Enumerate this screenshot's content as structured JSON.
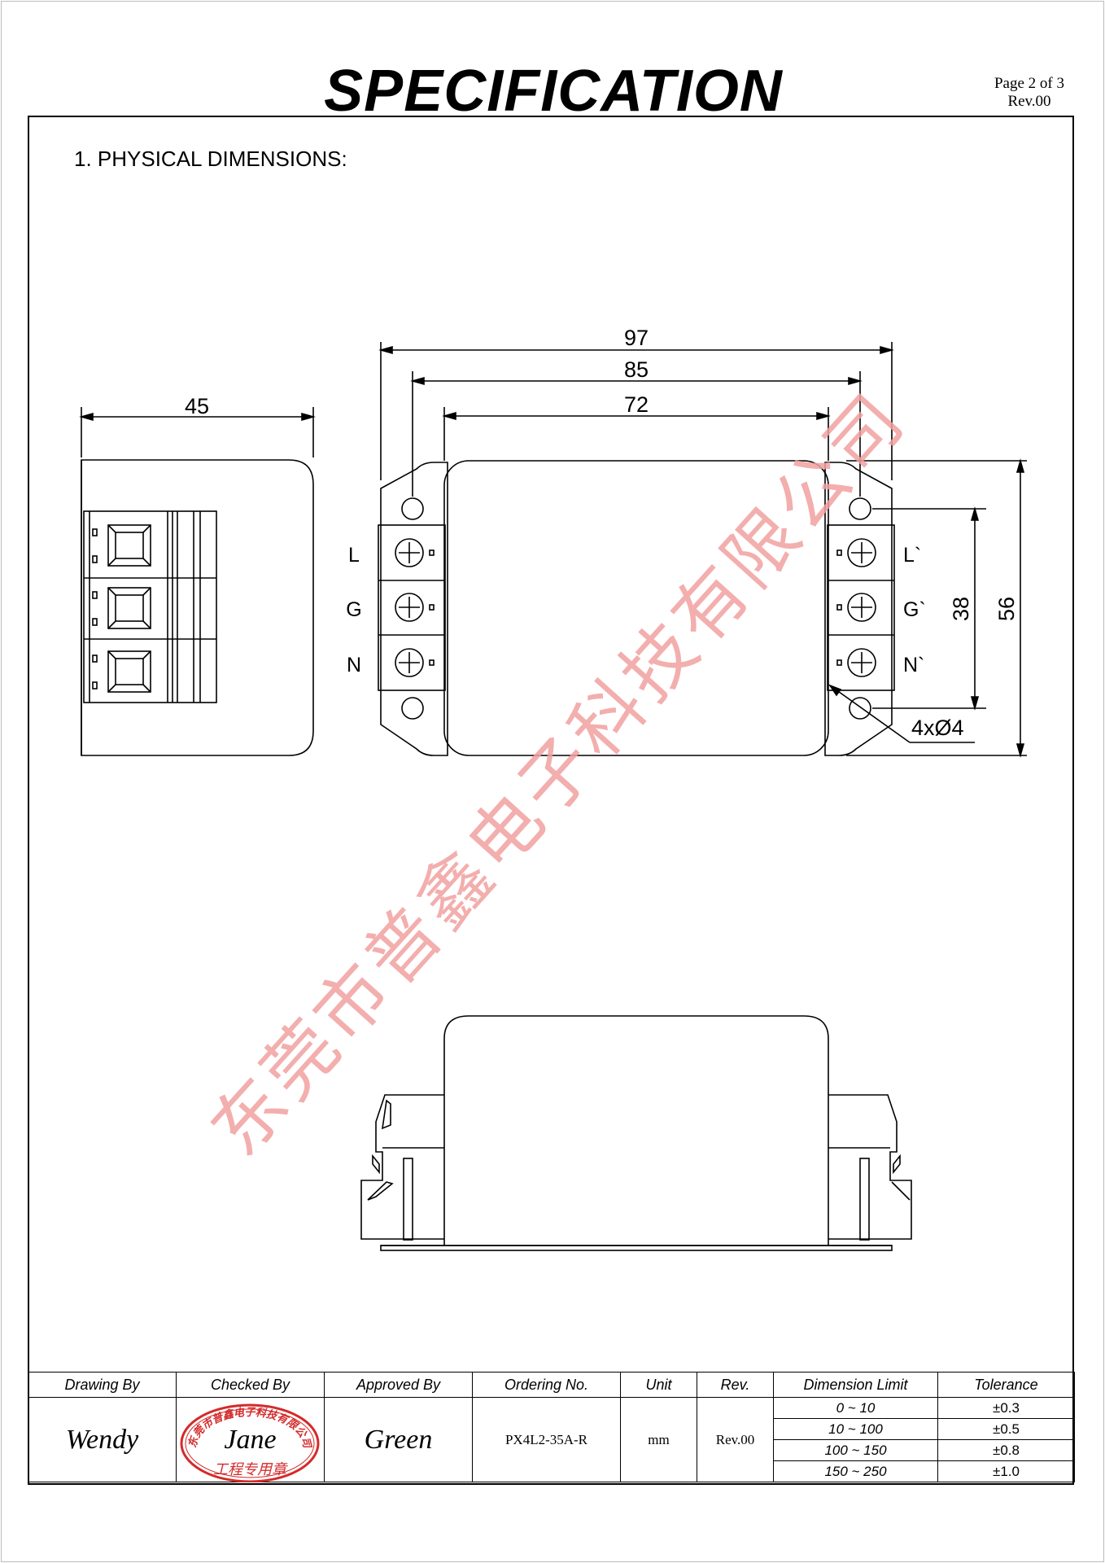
{
  "header": {
    "title": "SPECIFICATION",
    "page_label": "Page 2 of  3",
    "revision": "Rev.00"
  },
  "section": {
    "title": "1. PHYSICAL DIMENSIONS:"
  },
  "dimensions": {
    "side_width": "45",
    "overall_length": "97",
    "mount_pitch": "85",
    "body_length": "72",
    "terminal_pitch": "38",
    "height": "56",
    "mount_holes": "4xØ4"
  },
  "terminals": {
    "left": [
      "L",
      "G",
      "N"
    ],
    "right": [
      "L`",
      "G`",
      "N`"
    ]
  },
  "watermark": {
    "text": "东莞市普鑫电子科技有限公司"
  },
  "title_block": {
    "headers": [
      "Drawing By",
      "Checked By",
      "Approved By",
      "Ordering No.",
      "Unit",
      "Rev.",
      "Dimension Limit",
      "Tolerance"
    ],
    "drawing_by": "Wendy",
    "checked_by": "Jane",
    "approved_by": "Green",
    "ordering_no": "PX4L2-35A-R",
    "unit": "mm",
    "rev": "Rev.00",
    "limits": [
      {
        "range": "0 ~ 10",
        "tolerance": "±0.3"
      },
      {
        "range": "10 ~ 100",
        "tolerance": "±0.5"
      },
      {
        "range": "100 ~ 150",
        "tolerance": "±0.8"
      },
      {
        "range": "150 ~ 250",
        "tolerance": "±1.0"
      }
    ],
    "stamp": {
      "company": "东莞市普鑫电子科技有限公司",
      "label": "工程专用章",
      "color": "#d42a2a"
    }
  }
}
